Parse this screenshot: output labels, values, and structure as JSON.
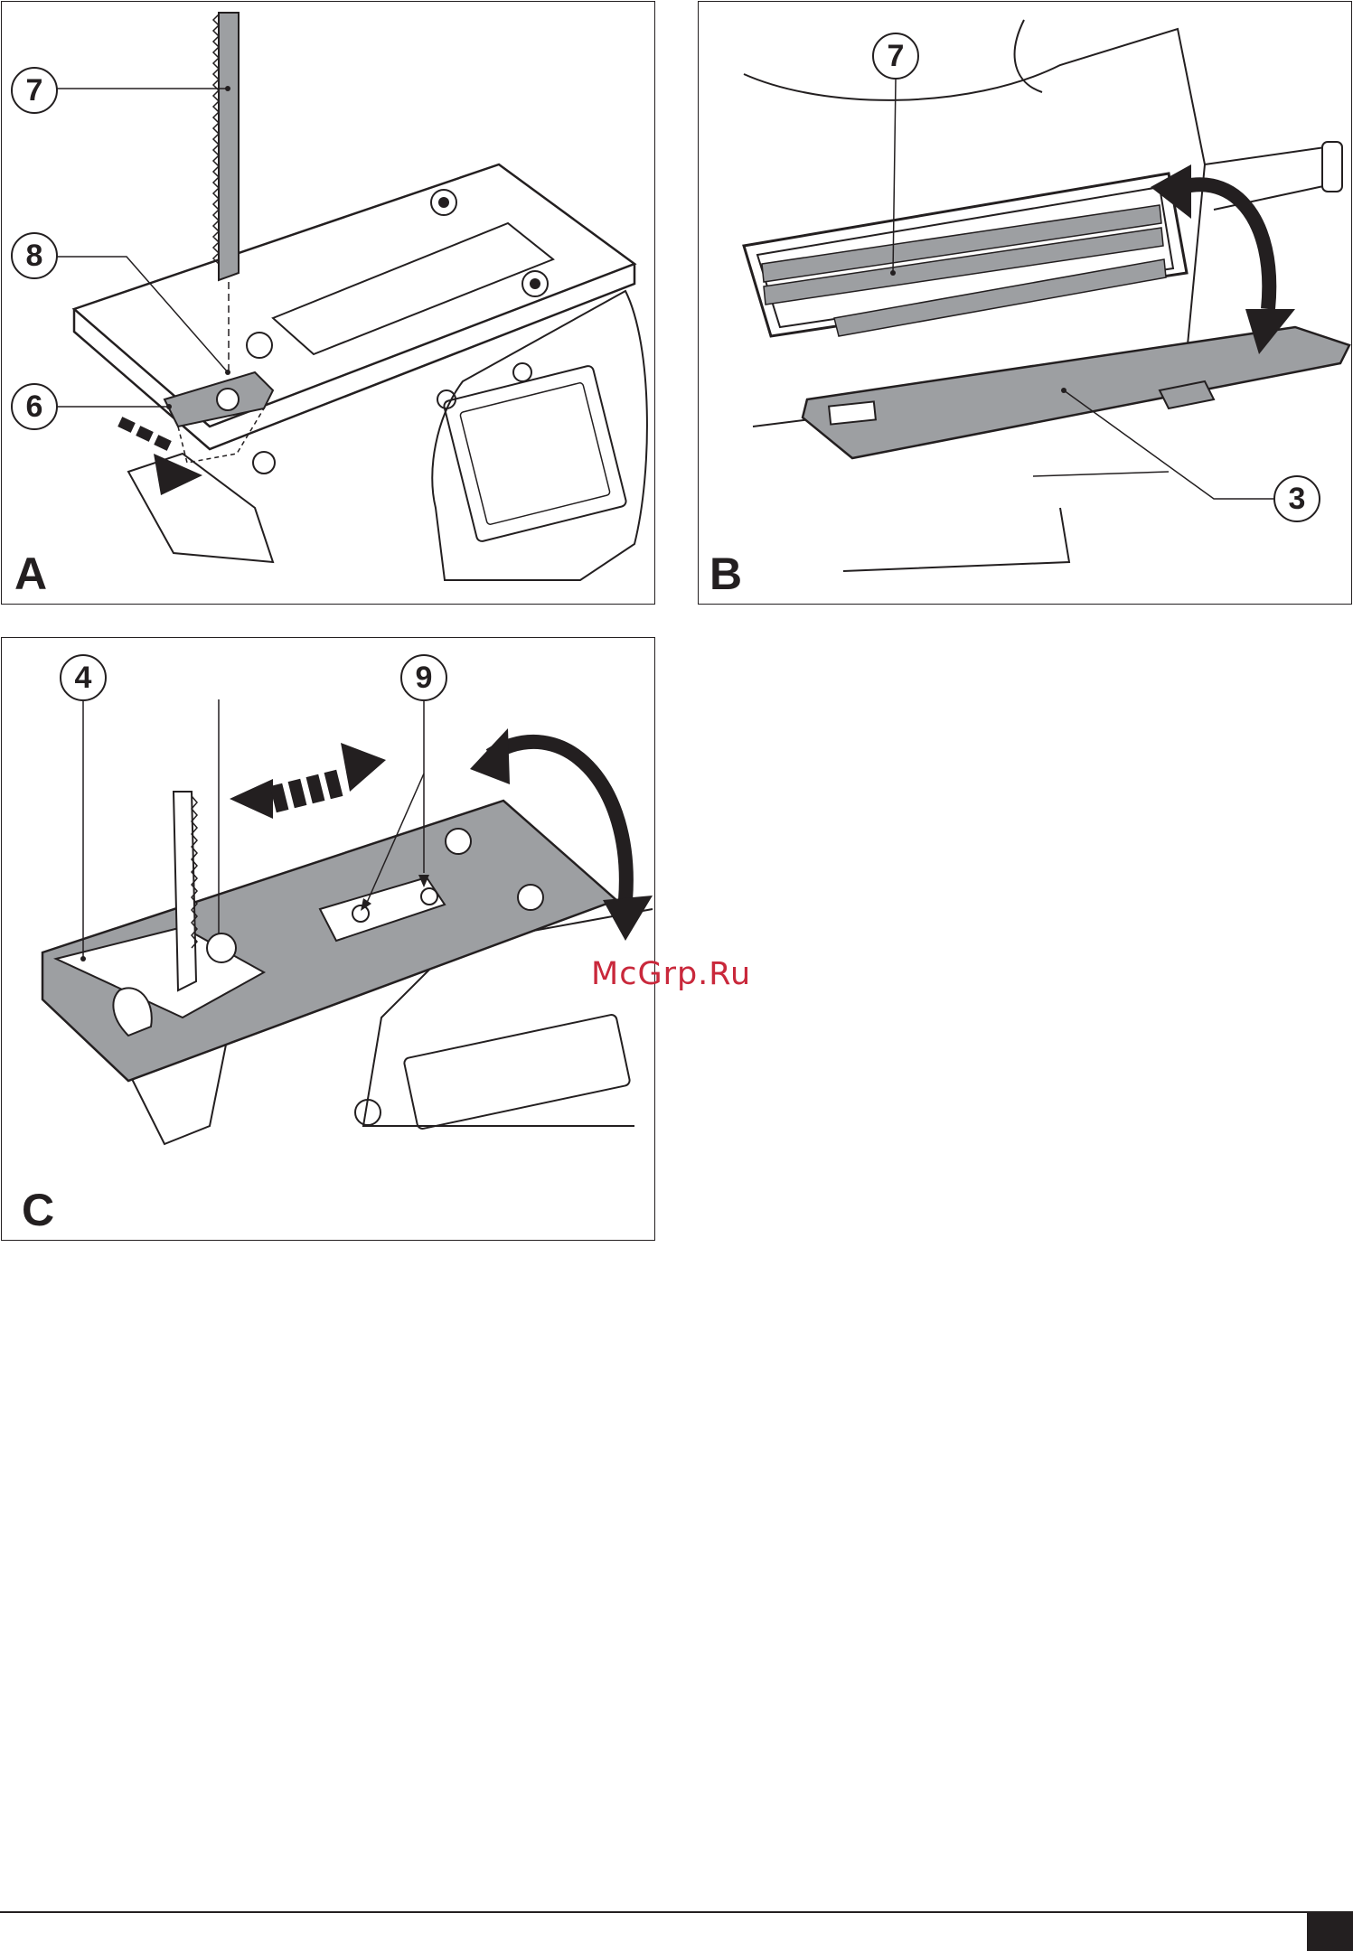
{
  "figures": [
    {
      "id": "A",
      "letter": "A",
      "callouts": [
        "7",
        "8",
        "6"
      ]
    },
    {
      "id": "B",
      "letter": "B",
      "callouts": [
        "7",
        "3"
      ]
    },
    {
      "id": "C",
      "letter": "C",
      "callouts": [
        "4",
        "9"
      ]
    }
  ],
  "watermark": "McGrp.Ru",
  "colors": {
    "ink": "#231f20",
    "part_fill": "#9d9fa2",
    "arrow": "#231f20",
    "watermark": "#c9283b"
  }
}
